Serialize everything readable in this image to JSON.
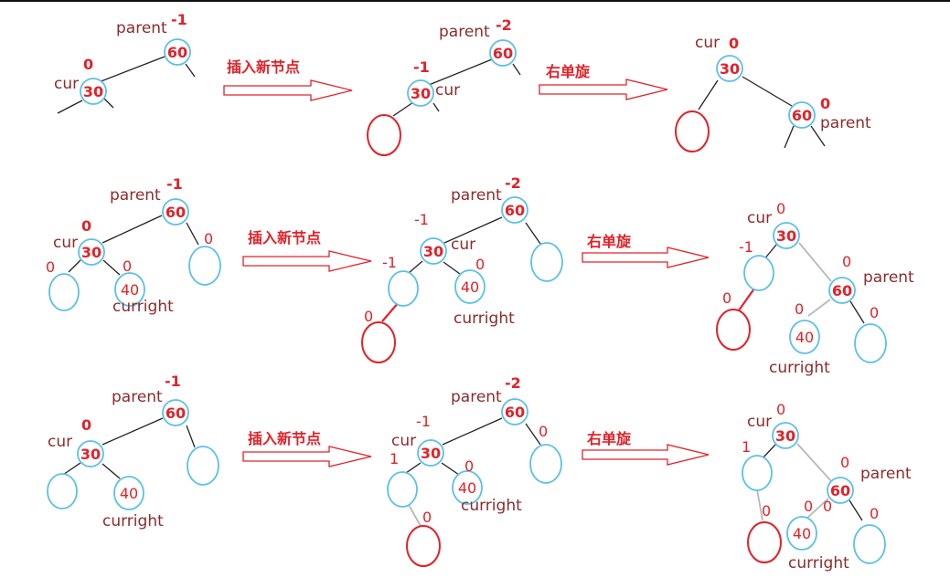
{
  "labels": {
    "insert": "插入新节点",
    "rotate": "右单旋",
    "parent": "parent",
    "cur": "cur",
    "curright": "curright",
    "v60": "60",
    "v30": "30",
    "v40": "40",
    "bf_0": "0",
    "bf_m1": "-1",
    "bf_m2": "-2",
    "bf_1": "1"
  },
  "colors": {
    "node_ring": "#5bc0e8",
    "number_red": "#e0232a",
    "label_dark": "#8b2c2c",
    "new_node": "#e0232a",
    "edge": "#222222",
    "edge_grey": "#b8b8b8",
    "arrow": "#e0232a"
  }
}
